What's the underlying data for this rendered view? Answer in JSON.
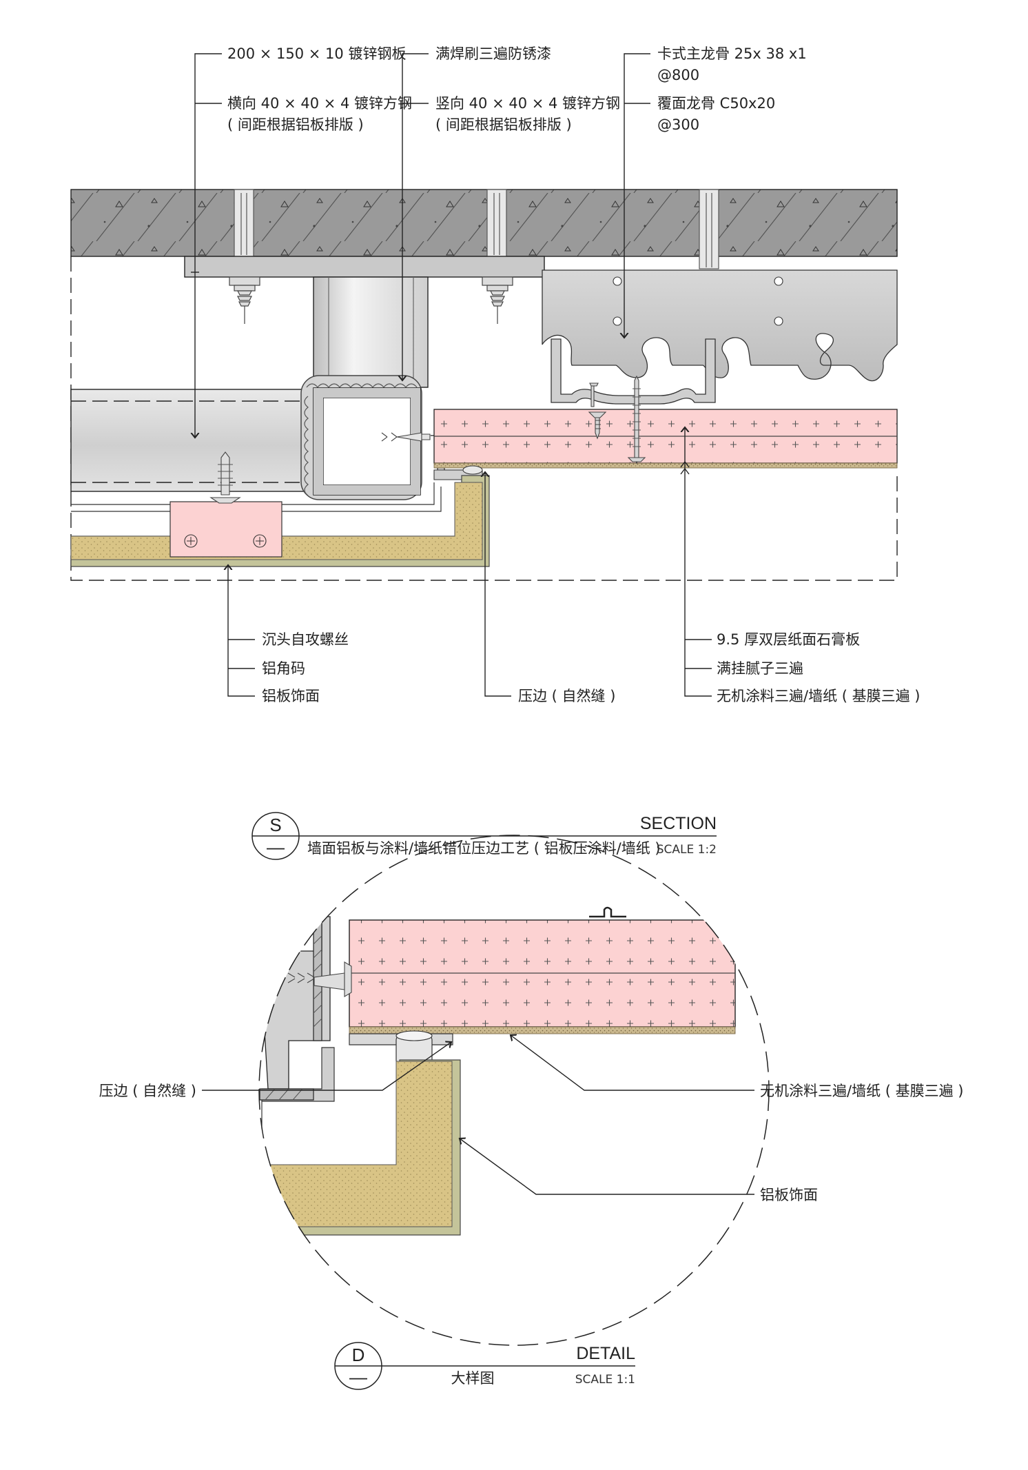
{
  "section": {
    "labels": {
      "steel_plate": "200 × 150 × 10 镀锌钢板",
      "h_tube": "横向 40 × 40 × 4 镀锌方钢",
      "h_tube_note": "( 间距根据铝板排版 )",
      "weld": "满焊刷三遍防锈漆",
      "v_tube": "竖向 40 × 40 × 4 镀锌方钢",
      "v_tube_note": "( 间距根据铝板排版 )",
      "main_keel": "卡式主龙骨 25x 38 x1",
      "main_keel_spacing": "@800",
      "cover_keel": "覆面龙骨 C50x20",
      "cover_keel_spacing": "@300",
      "screw": "沉头自攻螺丝",
      "angle": "铝角码",
      "alu_panel": "铝板饰面",
      "edge_strip": "压边 ( 自然缝 )",
      "gypsum": "9.5 厚双层纸面石膏板",
      "putty": "满挂腻子三遍",
      "coating": "无机涂料三遍/墙纸 ( 基膜三遍 )"
    },
    "title_block": {
      "symbol_top": "S",
      "symbol_bottom": "—",
      "type": "SECTION",
      "name": "墙面铝板与涂料/墙纸错位压边工艺 ( 铝板压涂料/墙纸 )",
      "scale": "SCALE 1:2"
    }
  },
  "detail": {
    "labels": {
      "edge_strip": "压边 ( 自然缝 )",
      "coating": "无机涂料三遍/墙纸 ( 基膜三遍 )",
      "alu_panel": "铝板饰面"
    },
    "title_block": {
      "symbol_top": "D",
      "symbol_bottom": "—",
      "type": "DETAIL",
      "name": "大样图",
      "scale": "SCALE 1:1"
    }
  },
  "colors": {
    "concrete": "#9a9a9a",
    "gypsum": "#fcd2d2",
    "aluminium": "#d9c486",
    "aluminium_edge": "#c4c49a",
    "steel": "#cccccc",
    "line": "#222222"
  }
}
